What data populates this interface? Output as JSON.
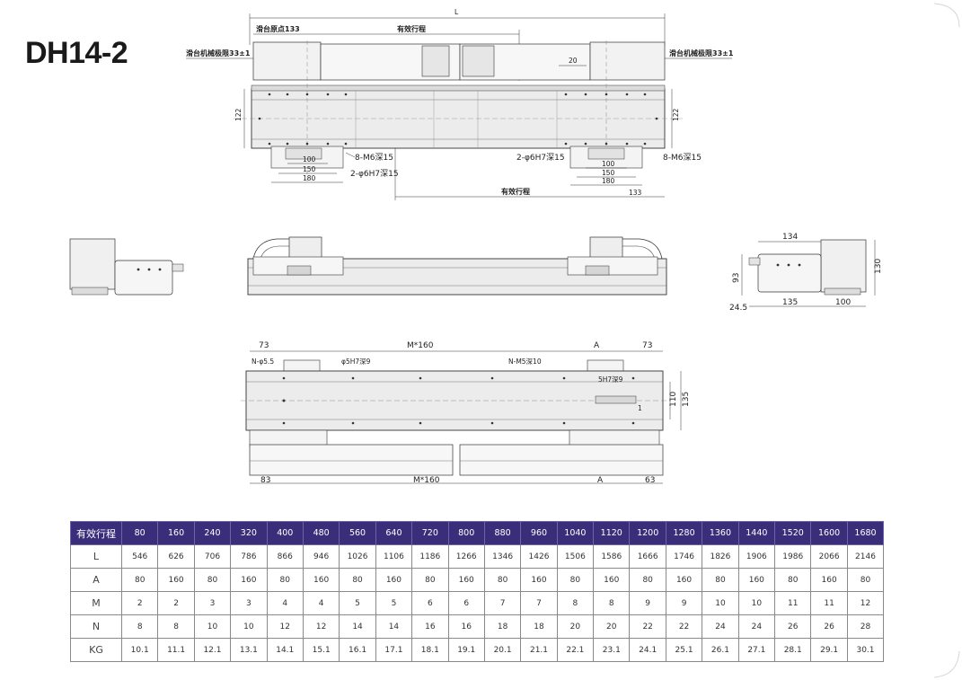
{
  "model": "DH14-2",
  "top_view": {
    "overall": "L",
    "origin": "滑台原点133",
    "stroke_top": "有效行程",
    "limit_left": "滑台机械极限33±1",
    "limit_right": "滑台机械极限33±1",
    "dim_20": "20",
    "height_left": "122",
    "height_right": "122",
    "holes_left": "8-M6深15",
    "pins_left": "2-φ6H7深15",
    "holes_right": "8-M6深15",
    "pins_right": "2-φ6H7深15",
    "dims_left": [
      "100",
      "150",
      "180"
    ],
    "dims_right": [
      "100",
      "150",
      "180"
    ],
    "stroke_bottom": "有效行程",
    "end_133": "133"
  },
  "side_view": {
    "width_top": "134",
    "height_93": "93",
    "height_130": "130",
    "offset": "24.5",
    "width_135": "135",
    "width_100": "100"
  },
  "bottom_view": {
    "end_left_top": "73",
    "pitch_top": "M*160",
    "dim_a_top": "A",
    "end_right_top": "73",
    "holes_n": "N-φ5.5",
    "pin_hole": "φ5H7深9",
    "tap_holes": "N-M5深10",
    "pin_slot": "5H7深9",
    "dim_1": "1",
    "height_110": "110",
    "height_135": "135",
    "end_left_bottom": "83",
    "pitch_bottom": "M*160",
    "dim_a_bottom": "A",
    "end_right_bottom": "63"
  },
  "table": {
    "header_label": "有效行程",
    "strokes": [
      "80",
      "160",
      "240",
      "320",
      "400",
      "480",
      "560",
      "640",
      "720",
      "800",
      "880",
      "960",
      "1040",
      "1120",
      "1200",
      "1280",
      "1360",
      "1440",
      "1520",
      "1600",
      "1680"
    ],
    "rows": [
      {
        "label": "L",
        "values": [
          "546",
          "626",
          "706",
          "786",
          "866",
          "946",
          "1026",
          "1106",
          "1186",
          "1266",
          "1346",
          "1426",
          "1506",
          "1586",
          "1666",
          "1746",
          "1826",
          "1906",
          "1986",
          "2066",
          "2146"
        ]
      },
      {
        "label": "A",
        "values": [
          "80",
          "160",
          "80",
          "160",
          "80",
          "160",
          "80",
          "160",
          "80",
          "160",
          "80",
          "160",
          "80",
          "160",
          "80",
          "160",
          "80",
          "160",
          "80",
          "160",
          "80"
        ]
      },
      {
        "label": "M",
        "values": [
          "2",
          "2",
          "3",
          "3",
          "4",
          "4",
          "5",
          "5",
          "6",
          "6",
          "7",
          "7",
          "8",
          "8",
          "9",
          "9",
          "10",
          "10",
          "11",
          "11",
          "12"
        ]
      },
      {
        "label": "N",
        "values": [
          "8",
          "8",
          "10",
          "10",
          "12",
          "12",
          "14",
          "14",
          "16",
          "16",
          "18",
          "18",
          "20",
          "20",
          "22",
          "22",
          "24",
          "24",
          "26",
          "26",
          "28"
        ]
      },
      {
        "label": "KG",
        "values": [
          "10.1",
          "11.1",
          "12.1",
          "13.1",
          "14.1",
          "15.1",
          "16.1",
          "17.1",
          "18.1",
          "19.1",
          "20.1",
          "21.1",
          "22.1",
          "23.1",
          "24.1",
          "25.1",
          "26.1",
          "27.1",
          "28.1",
          "29.1",
          "30.1"
        ]
      }
    ]
  },
  "colors": {
    "header_bg": "#3a2d7a",
    "body_fill": "#ececec",
    "line": "#333333"
  }
}
